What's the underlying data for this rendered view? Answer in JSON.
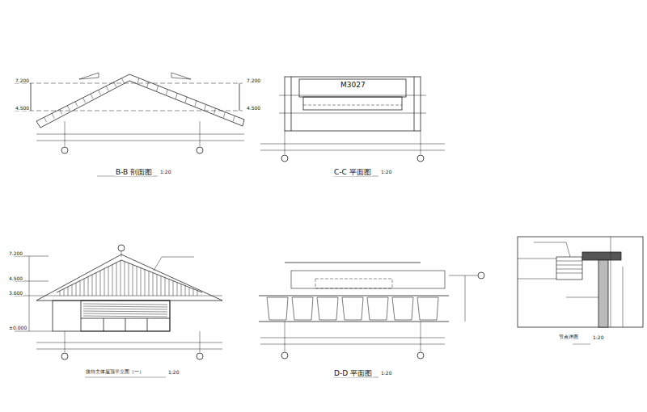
{
  "diagram": {
    "labels": [
      "B-B 剖面图",
      "1:20",
      "7.200",
      "4.500",
      "7.200",
      "4.500",
      "M3027",
      "C-C 平面图",
      "1:20",
      "7.200",
      "4.500",
      "3.600",
      "±0.000",
      "接待主体屋顶平立面（一）",
      "1:20",
      "D-D 平面图",
      "1:20",
      "节点详图",
      "1:20"
    ]
  }
}
